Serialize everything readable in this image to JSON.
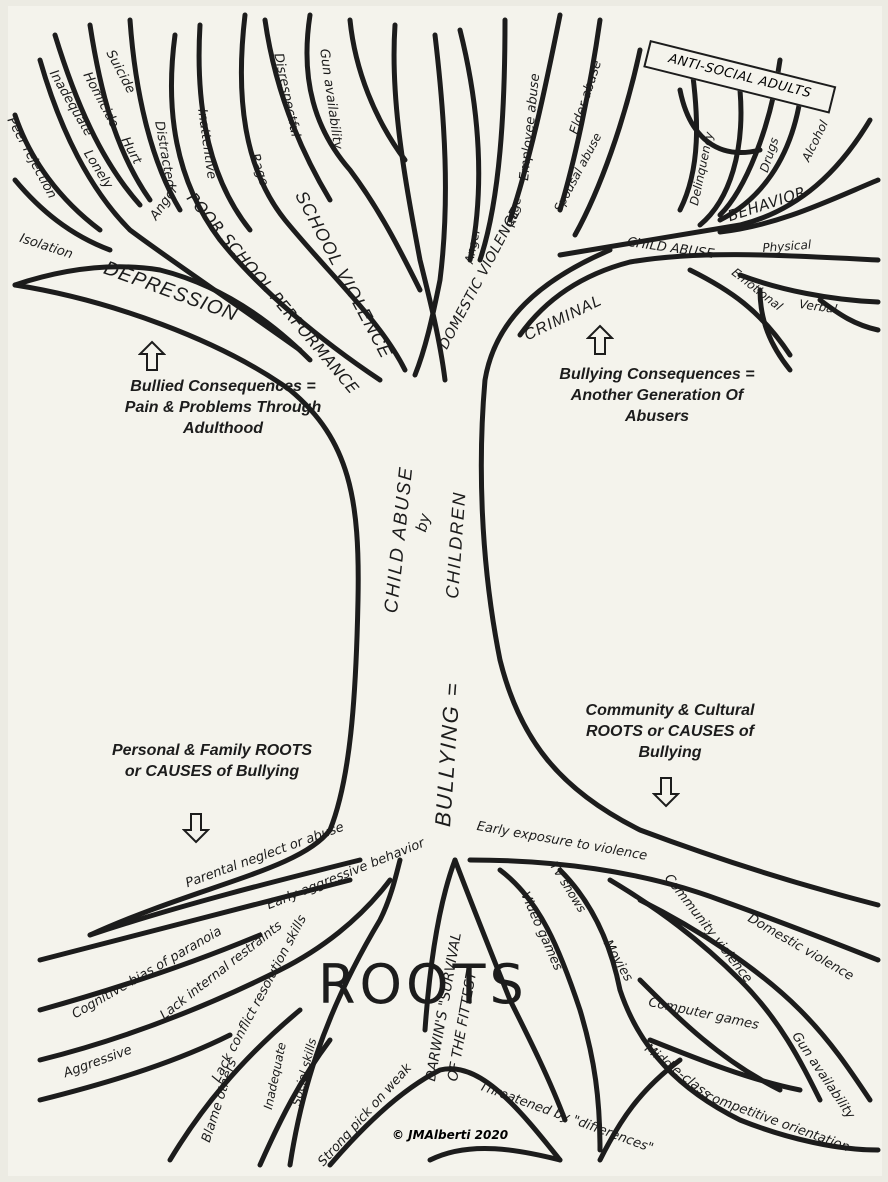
{
  "diagram": {
    "header_badge": "ANTI-SOCIAL ADULTS",
    "trunk_left": "CHILD ABUSE",
    "trunk_by": "by",
    "trunk_right": "CHILDREN",
    "trunk_main": "BULLYING =",
    "roots_word": "ROOTS",
    "copyright": "© JMAlberti 2020",
    "left_branches": {
      "depression": "DEPRESSION",
      "poor_school": "POOR SCHOOL PERFORMANCE",
      "school_violence": "SCHOOL VIOLENCE",
      "isolation": "Isolation",
      "peer_rejection": "Peer rejection",
      "inadequate": "Inadequate",
      "homicide": "Homicide",
      "suicide": "Suicide",
      "hurt": "Hurt",
      "lonely": "Lonely",
      "anger": "Anger",
      "distracted": "Distracted",
      "inattentive": "Inattentive",
      "rage": "Rage",
      "disrespectful": "Disrespectful",
      "gun_availability": "Gun availability"
    },
    "right_branches": {
      "domestic_violence": "DOMESTIC VIOLENCE",
      "spousal_abuse": "Spousal abuse",
      "anger": "Anger",
      "rage": "Rage",
      "employee_abuse": "Employee abuse",
      "elder_abuse": "Elder abuse",
      "criminal": "CRIMINAL",
      "child_abuse": "CHILD ABUSE",
      "physical": "Physical",
      "emotional": "Emotional",
      "verbal": "Verbal",
      "behavior": "BEHAVIOR",
      "delinquency": "Delinquency",
      "drugs": "Drugs",
      "alcohol": "Alcohol"
    },
    "captions": {
      "bullied": "Bullied Consequences = Pain & Problems Through Adulthood",
      "bullying": "Bullying Consequences = Another Generation Of Abusers",
      "personal": "Personal & Family ROOTS or CAUSES of Bullying",
      "community": "Community & Cultural ROOTS or CAUSES of Bullying"
    },
    "left_roots": {
      "parental_neglect": "Parental neglect or abuse",
      "early_aggressive": "Early aggressive behavior",
      "cognitive_bias": "Cognitive bias of paranoia",
      "lack_internal": "Lack internal restraints",
      "lack_conflict": "Lack conflict resolution skills",
      "aggressive": "Aggressive",
      "blame_others": "Blame others",
      "inadequate": "Inadequate",
      "social_skills": "Social skills",
      "strong_pick": "Strong pick on weak",
      "darwin_1": "DARWIN'S \"SURVIVAL",
      "darwin_2": "OF THE FITTEST\""
    },
    "right_roots": {
      "early_exposure": "Early exposure to violence",
      "tv_shows": "TV shows",
      "video_games": "Video games",
      "movies": "Movies",
      "community_violence": "Community violence",
      "domestic_violence": "Domestic violence",
      "computer_games": "Computer games",
      "gun_availability": "Gun availability",
      "middle_class": "Middle-class",
      "competitive": "competitive orientation",
      "threatened": "Threatened by \"differences\""
    }
  }
}
